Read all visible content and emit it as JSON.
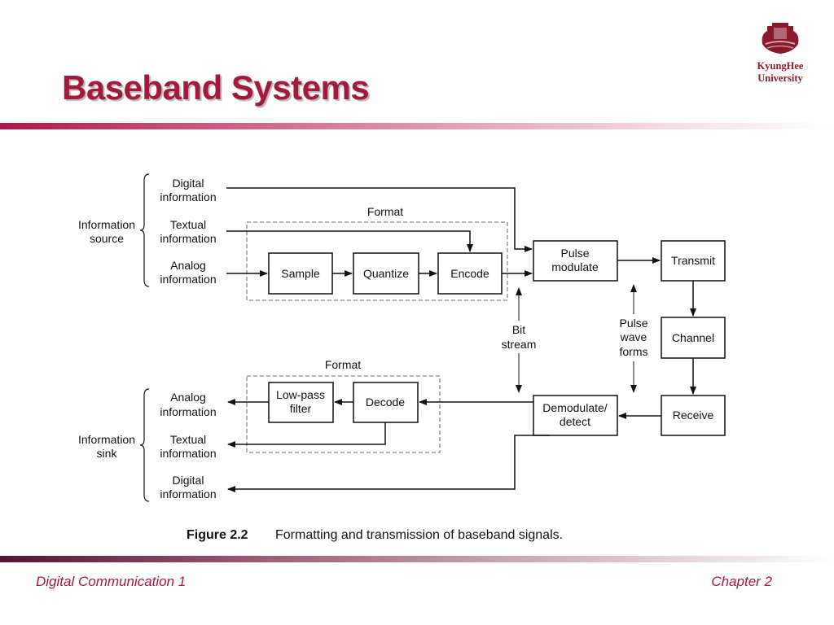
{
  "title": "Baseband Systems",
  "university": {
    "line1": "KyungHee",
    "line2": "University"
  },
  "footer": {
    "left": "Digital Communication 1",
    "right": "Chapter 2"
  },
  "icons": {
    "logo": "kyunghee-crest-icon"
  },
  "colors": {
    "title": "#a31a3c",
    "diagram_stroke": "#111111",
    "format_box_dash": "#666666"
  },
  "diagram": {
    "source": {
      "brace_label": [
        "Information",
        "source"
      ],
      "digital": [
        "Digital",
        "information"
      ],
      "textual": [
        "Textual",
        "information"
      ],
      "analog": [
        "Analog",
        "information"
      ]
    },
    "format_top_label": "Format",
    "sample": "Sample",
    "quantize": "Quantize",
    "encode": "Encode",
    "pulse_modulate": [
      "Pulse",
      "modulate"
    ],
    "transmit": "Transmit",
    "channel": "Channel",
    "receive": "Receive",
    "demodulate": [
      "Demodulate/",
      "detect"
    ],
    "bit_stream": [
      "Bit",
      "stream"
    ],
    "pulse_waveforms": [
      "Pulse",
      "wave",
      "forms"
    ],
    "format_bottom_label": "Format",
    "decode": "Decode",
    "lowpass": [
      "Low-pass",
      "filter"
    ],
    "sink": {
      "brace_label": [
        "Information",
        "sink"
      ],
      "analog": [
        "Analog",
        "information"
      ],
      "textual": [
        "Textual",
        "information"
      ],
      "digital": [
        "Digital",
        "information"
      ]
    }
  },
  "caption": {
    "label": "Figure 2.2",
    "text": "Formatting and transmission of baseband signals."
  }
}
